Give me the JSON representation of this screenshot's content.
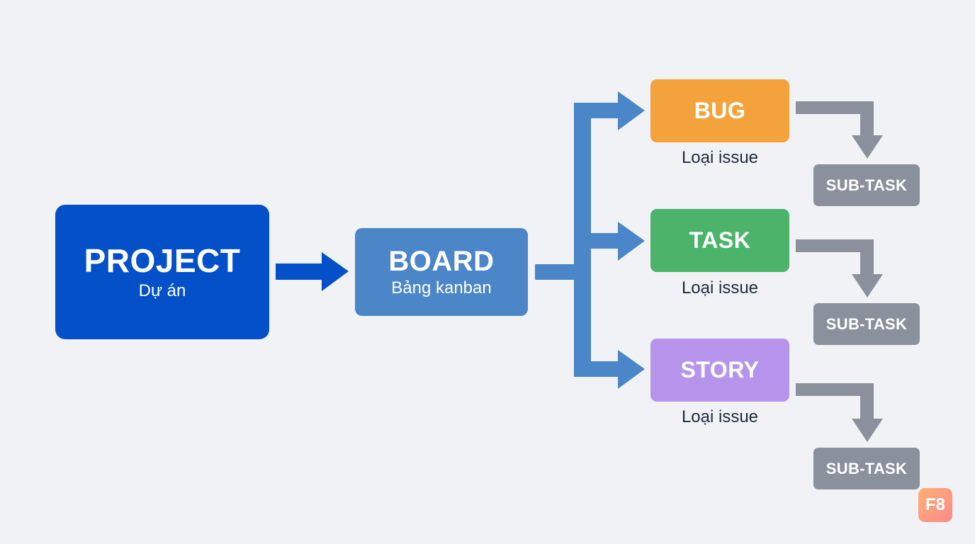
{
  "project": {
    "title": "PROJECT",
    "subtitle": "Dự án"
  },
  "board": {
    "title": "BOARD",
    "subtitle": "Bảng kanban"
  },
  "issue_types": [
    {
      "name": "BUG",
      "label": "Loại issue",
      "color": "#f4a23c",
      "subtask": "SUB-TASK"
    },
    {
      "name": "TASK",
      "label": "Loại issue",
      "color": "#4bb46a",
      "subtask": "SUB-TASK"
    },
    {
      "name": "STORY",
      "label": "Loại issue",
      "color": "#b794ec",
      "subtask": "SUB-TASK"
    }
  ],
  "logo": {
    "text": "F8"
  },
  "colors": {
    "background": "#f1f2f6",
    "project": "#0450c8",
    "board": "#4a86c8",
    "subtask": "#8a919d",
    "arrow_primary": "#0450c8",
    "arrow_board": "#4a86c8",
    "arrow_subtask": "#8a919d"
  }
}
